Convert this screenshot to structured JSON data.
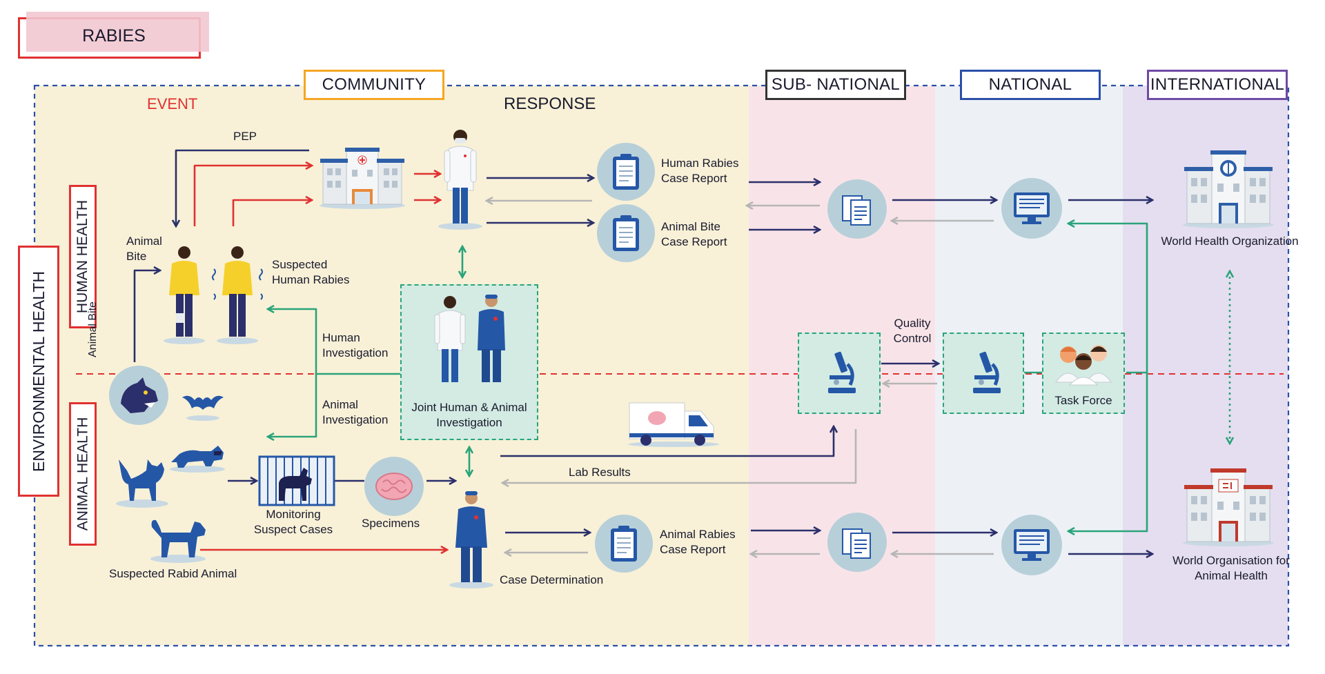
{
  "title": "RABIES",
  "zones": {
    "community": "COMMUNITY",
    "sub_national": "SUB- NATIONAL",
    "national": "NATIONAL",
    "international": "INTERNATIONAL"
  },
  "side_labels": {
    "environmental_health": "ENVIRONMENTAL HEALTH",
    "human_health": "HUMAN HEALTH",
    "animal_health": "ANIMAL HEALTH"
  },
  "headings": {
    "event": "EVENT",
    "response": "RESPONSE"
  },
  "labels": {
    "pep": "PEP",
    "animal_bite_top": "Animal\nBite",
    "animal_bite_vertical": "Animal Bite",
    "suspected_human_rabies": "Suspected\nHuman Rabies",
    "human_investigation": "Human\nInvestigation",
    "animal_investigation": "Animal\nInvestigation",
    "joint_investigation": "Joint Human & Animal\nInvestigation",
    "human_rabies_case_report": "Human Rabies\nCase Report",
    "animal_bite_case_report": "Animal Bite\nCase Report",
    "quality_control": "Quality\nControl",
    "task_force": "Task Force",
    "lab_results": "Lab Results",
    "monitoring_suspect_cases": "Monitoring\nSuspect Cases",
    "specimens": "Specimens",
    "suspected_rabid_animal": "Suspected Rabid Animal",
    "case_determination": "Case Determination",
    "animal_rabies_case_report": "Animal Rabies\nCase Report",
    "who": "World Health Organization",
    "woah": "World Organisation for\nAnimal Health"
  },
  "colors": {
    "community_bg": "#f8f1d7",
    "sub_national_bg": "#f8e4e8",
    "national_bg": "#edf1f6",
    "international_bg": "#e5def0",
    "navy": "#2b2f6b",
    "red": "#e03131",
    "gray": "#b5b5b5",
    "green": "#2aa37a",
    "staff_blue": "#2557a7",
    "person_yellow": "#f6d02a"
  },
  "icons": [
    "hospital-icon",
    "doctor-icon",
    "clipboard-icon",
    "documents-icon",
    "computer-monitor-icon",
    "microscope-icon",
    "task-force-people-icon",
    "brain-icon",
    "ambulance-icon",
    "dog-icon",
    "bat-icon",
    "cat-icon",
    "raccoon-icon",
    "cage-icon",
    "person-icon"
  ]
}
